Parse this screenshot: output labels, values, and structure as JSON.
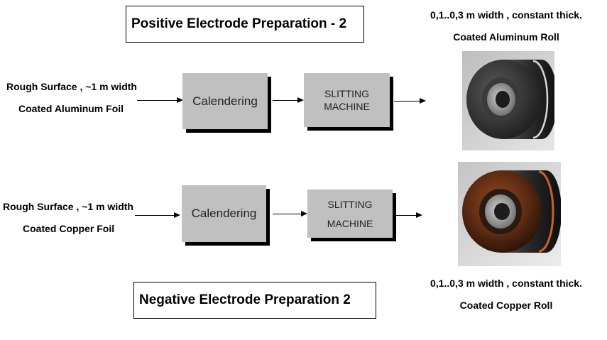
{
  "positive": {
    "title": "Positive Electrode Preparation - 2",
    "input_line1": "Rough Surface , ~1 m width",
    "input_line2": "Coated Aluminum Foil",
    "step1": "Calendering",
    "step2_line1": "SLITTING",
    "step2_line2": "MACHINE",
    "output_line1": "0,1..0,3 m width , constant thick.",
    "output_line2": "Coated Aluminum Roll",
    "roll_color": "#9a9a9a"
  },
  "negative": {
    "title": "Negative Electrode Preparation 2",
    "input_line1": "Rough Surface , ~1 m width",
    "input_line2": "Coated Copper Foil",
    "step1": "Calendering",
    "step2_line1": "SLITTING",
    "step2_line2": "MACHINE",
    "output_line1": "0,1..0,3 m width , constant thick.",
    "output_line2": "Coated Copper Roll",
    "roll_color": "#c8602a"
  }
}
